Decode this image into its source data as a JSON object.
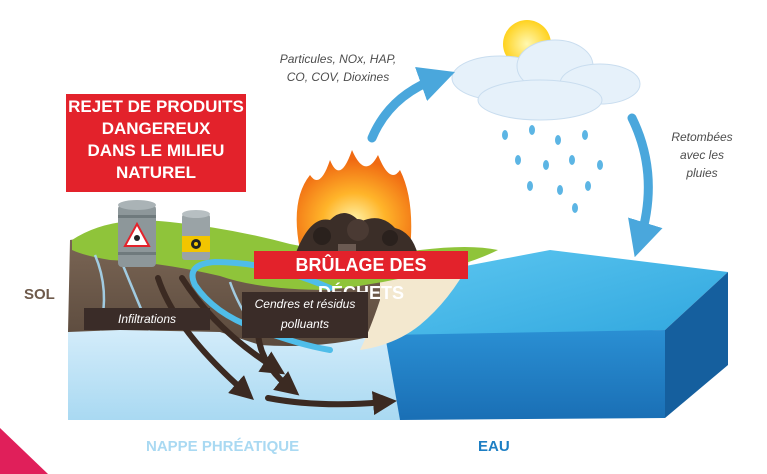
{
  "labels": {
    "rejet": [
      "REJET DE PRODUITS",
      "DANGEREUX",
      "DANS LE MILIEU",
      "NATUREL"
    ],
    "brulage": "BRÛLAGE DES DÉCHETS",
    "emissions": [
      "Particules, NOx, HAP,",
      "CO, COV, Dioxines"
    ],
    "retombees": [
      "Retombées",
      "avec les",
      "pluies"
    ],
    "sol": "SOL",
    "infiltrations": "Infiltrations",
    "cendres": [
      "Cendres et résidus",
      "polluants"
    ],
    "nappe": "NAPPE PHRÉATIQUE",
    "eau": "EAU"
  },
  "colors": {
    "red": "#e3222b",
    "dark_label": "#3a2c28",
    "soil": "#6e5a4b",
    "grass": "#8fc43a",
    "water_top": "#3db3e6",
    "water_side": "#1d7fc4",
    "groundwater": "#bfe3f6",
    "arrow_blue": "#4aa7dc",
    "arrow_brown": "#3b2a22",
    "sol_text": "#6e5a4b",
    "nappe_text": "#a9d9f2",
    "eau_text": "#1d7fc4"
  },
  "icons": [
    "toxic-barrel-icon",
    "radioactive-barrel-icon",
    "sun-icon",
    "cloud-icon",
    "fire-icon",
    "rain-icon"
  ]
}
